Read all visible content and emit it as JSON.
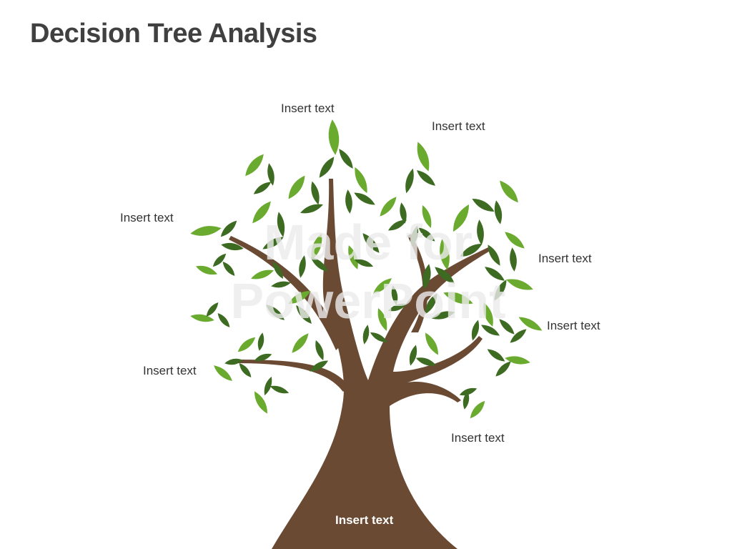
{
  "slide": {
    "title": "Decision Tree Analysis",
    "watermark_line1": "Made for",
    "watermark_line2": "PowerPoint"
  },
  "tree": {
    "trunk_label": "Insert text",
    "branch_labels": [
      "Insert text",
      "Insert text",
      "Insert text",
      "Insert text",
      "Insert text",
      "Insert text",
      "Insert text"
    ]
  },
  "colors": {
    "title": "#404040",
    "trunk": "#6b4a33",
    "leaf_light": "#6aaa2e",
    "leaf_dark": "#3d6b22",
    "label": "#333333"
  }
}
